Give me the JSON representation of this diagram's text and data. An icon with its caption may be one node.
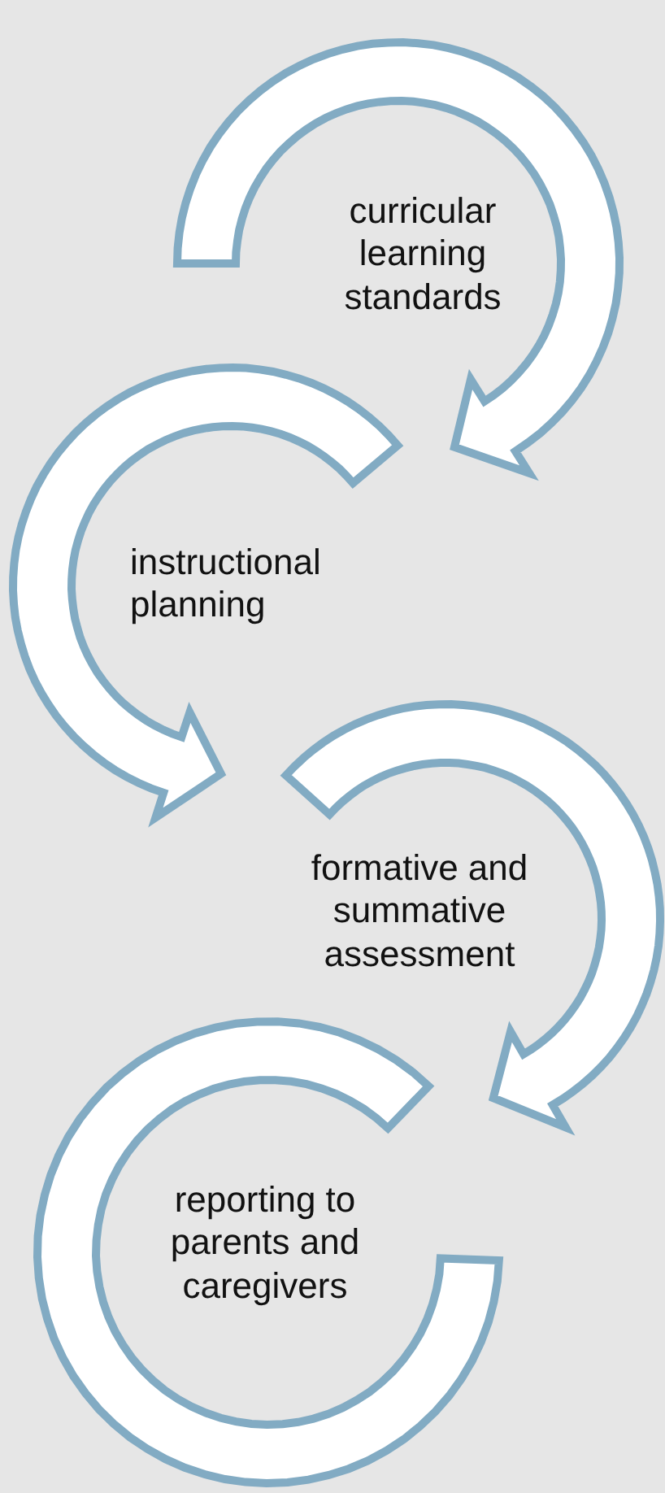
{
  "diagram": {
    "nodes": [
      {
        "text": [
          "curricular learning standards"
        ]
      },
      {
        "text": [
          "instructional planning"
        ]
      },
      {
        "text": [
          "formative and summative assessment"
        ]
      },
      {
        "text": [
          "reporting to parents and caregivers"
        ]
      }
    ],
    "edges": [
      {
        "from": 0,
        "to": 1,
        "arrow": "to"
      },
      {
        "from": 1,
        "to": 2,
        "arrow": "to"
      },
      {
        "from": 2,
        "to": 3,
        "arrow": "to"
      }
    ]
  }
}
